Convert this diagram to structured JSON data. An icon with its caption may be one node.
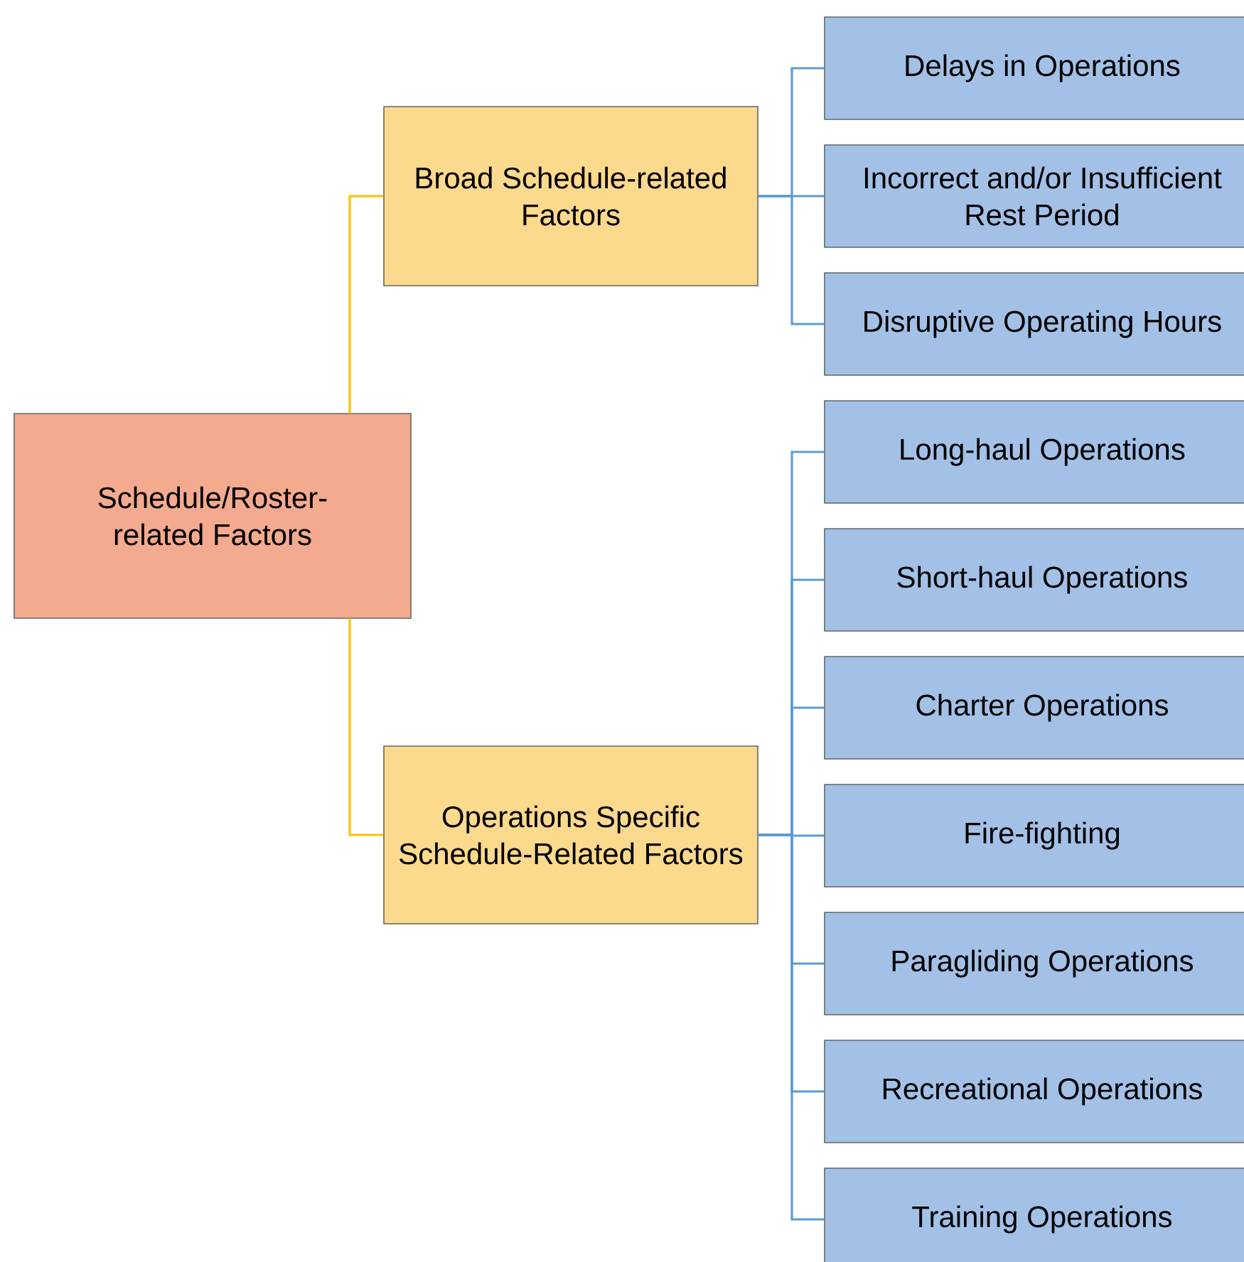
{
  "diagram": {
    "nodes": [
      {
        "text": [
          "Schedule/Roster-related Factors"
        ]
      },
      {
        "text": [
          "Broad Schedule-related Factors"
        ]
      },
      {
        "text": [
          "Operations Specific Schedule-Related Factors"
        ]
      },
      {
        "text": [
          "Delays in Operations"
        ]
      },
      {
        "text": [
          "Incorrect and/or Insufficient Rest Period"
        ]
      },
      {
        "text": [
          "Disruptive Operating Hours"
        ]
      },
      {
        "text": [
          "Long-haul Operations"
        ]
      },
      {
        "text": [
          "Short-haul Operations"
        ]
      },
      {
        "text": [
          "Charter Operations"
        ]
      },
      {
        "text": [
          "Fire-fighting"
        ]
      },
      {
        "text": [
          "Paragliding Operations"
        ]
      },
      {
        "text": [
          "Recreational Operations"
        ]
      },
      {
        "text": [
          "Training Operations"
        ]
      }
    ],
    "edges": [
      {
        "from": 0,
        "to": 1,
        "arrow": "none",
        "color": "#ffc000"
      },
      {
        "from": 0,
        "to": 2,
        "arrow": "none",
        "color": "#ffc000"
      },
      {
        "from": 1,
        "to": 3,
        "arrow": "none"
      },
      {
        "from": 1,
        "to": 4,
        "arrow": "none"
      },
      {
        "from": 1,
        "to": 5,
        "arrow": "none"
      },
      {
        "from": 2,
        "to": 6,
        "arrow": "none"
      },
      {
        "from": 2,
        "to": 7,
        "arrow": "none"
      },
      {
        "from": 2,
        "to": 8,
        "arrow": "none"
      },
      {
        "from": 2,
        "to": 9,
        "arrow": "none"
      },
      {
        "from": 2,
        "to": 10,
        "arrow": "none"
      },
      {
        "from": 2,
        "to": 11,
        "arrow": "none"
      },
      {
        "from": 2,
        "to": 12,
        "arrow": "none"
      }
    ]
  }
}
